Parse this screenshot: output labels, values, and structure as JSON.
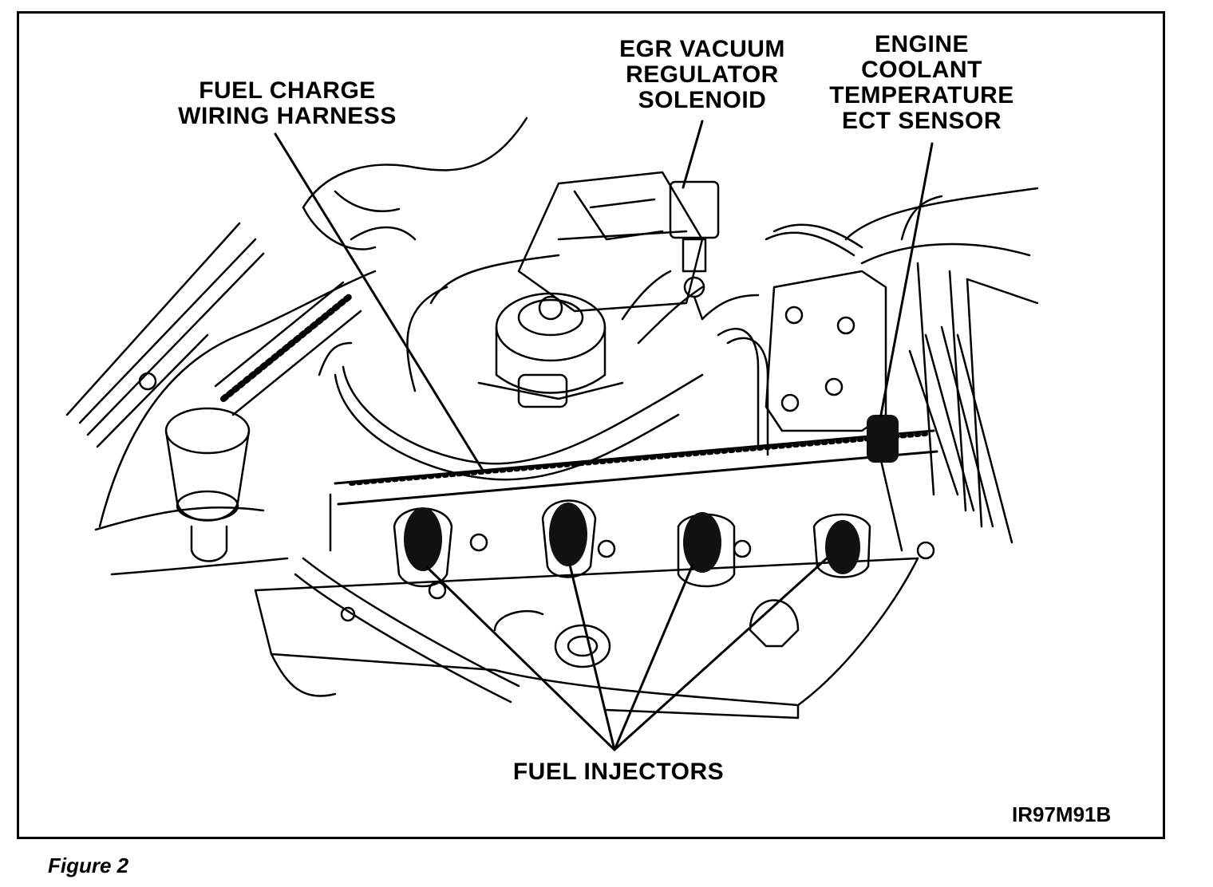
{
  "labels": {
    "fuel_charge_wiring_harness": [
      "FUEL CHARGE",
      "WIRING HARNESS"
    ],
    "egr_vacuum_regulator_solenoid": [
      "EGR VACUUM",
      "REGULATOR",
      "SOLENOID"
    ],
    "engine_coolant_temperature_sensor": [
      "ENGINE",
      "COOLANT",
      "TEMPERATURE",
      "ECT SENSOR"
    ],
    "fuel_injectors": "FUEL INJECTORS"
  },
  "figure_id": "IR97M91B",
  "caption": "Figure 2",
  "colors": {
    "ink": "#000000",
    "paper": "#ffffff",
    "injector_fill": "#111111"
  }
}
